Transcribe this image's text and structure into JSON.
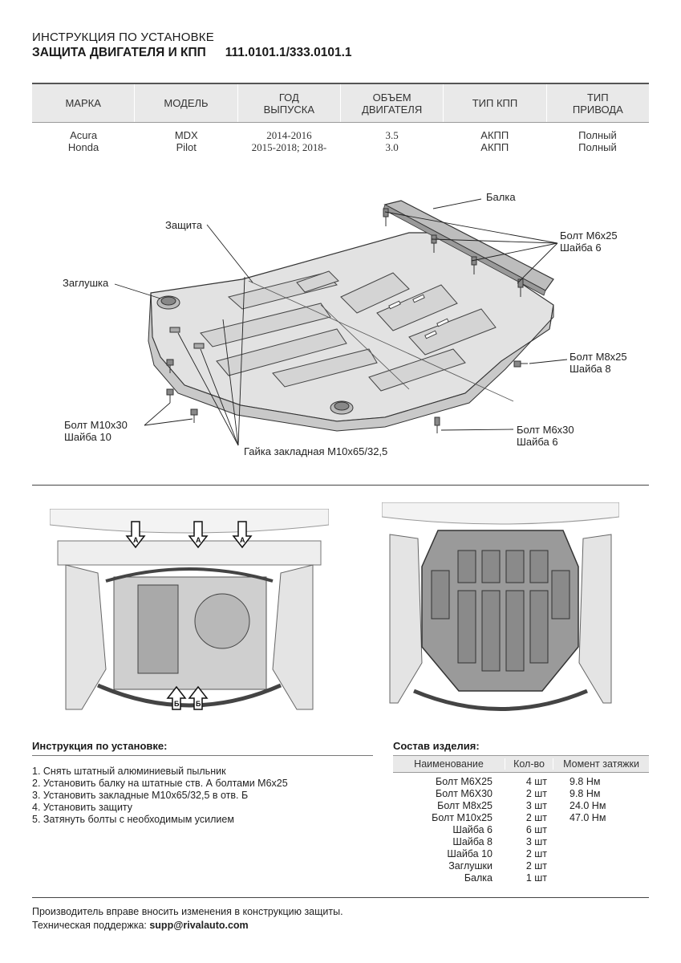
{
  "header": {
    "line1": "ИНСТРУКЦИЯ ПО УСТАНОВКЕ",
    "line2": "ЗАЩИТА ДВИГАТЕЛЯ И КПП",
    "part_number": "111.0101.1/333.0101.1"
  },
  "spec_table": {
    "columns": [
      "МАРКА",
      "МОДЕЛЬ",
      "ГОД ВЫПУСКА",
      "ОБЪЕМ ДВИГАТЕЛЯ",
      "ТИП КПП",
      "ТИП ПРИВОДА"
    ],
    "rows": [
      [
        "Acura",
        "MDX",
        "2014-2016",
        "3.5",
        "АКПП",
        "Полный"
      ],
      [
        "Honda",
        "Pilot",
        "2015-2018; 2018-",
        "3.0",
        "АКПП",
        "Полный"
      ]
    ]
  },
  "diagram_labels": {
    "beam": "Балка",
    "shield": "Защита",
    "plug": "Заглушка",
    "bolt_m6x25": "Болт М6х25",
    "washer_6": "Шайба 6",
    "bolt_m8x25": "Болт М8х25",
    "washer_8": "Шайба 8",
    "bolt_m10x30": "Болт М10х30",
    "washer_10": "Шайба 10",
    "nut_embedded": "Гайка закладная М10х65/32,5",
    "bolt_m6x30": "Болт М6х30",
    "washer_6b": "Шайба 6"
  },
  "photo_marks": {
    "a": "А",
    "b": "Б"
  },
  "instructions": {
    "title": "Инструкция по установке:",
    "steps": [
      "1. Снять штатный алюминиевый пыльник",
      "2. Установить балку на штатные ств. А  болтами М6х25",
      "3. Установить закладные М10х65/32,5 в отв. Б",
      "4. Установить защиту",
      "5. Затянуть болты с необходимым усилием"
    ]
  },
  "kit": {
    "title": "Состав изделия:",
    "headers": [
      "Наименование",
      "Кол-во",
      "Момент затяжки"
    ],
    "names": [
      "Болт М6Х25",
      "Болт М6Х30",
      "Болт М8х25",
      "Болт М10х25",
      "Шайба 6",
      "Шайба 8",
      "Шайба 10",
      "Заглушки",
      "Балка"
    ],
    "qty": [
      "4 шт",
      "2 шт",
      "3 шт",
      "2 шт",
      "6 шт",
      "3 шт",
      "2 шт",
      "2 шт",
      "1 шт"
    ],
    "torque": [
      "9.8 Нм",
      "9.8 Нм",
      "24.0 Нм",
      "47.0 Нм"
    ]
  },
  "footer": {
    "line1": "Производитель вправе вносить изменения в конструкцию защиты.",
    "line2_prefix": "Техническая поддержка: ",
    "email": "supp@rivalauto.com"
  }
}
